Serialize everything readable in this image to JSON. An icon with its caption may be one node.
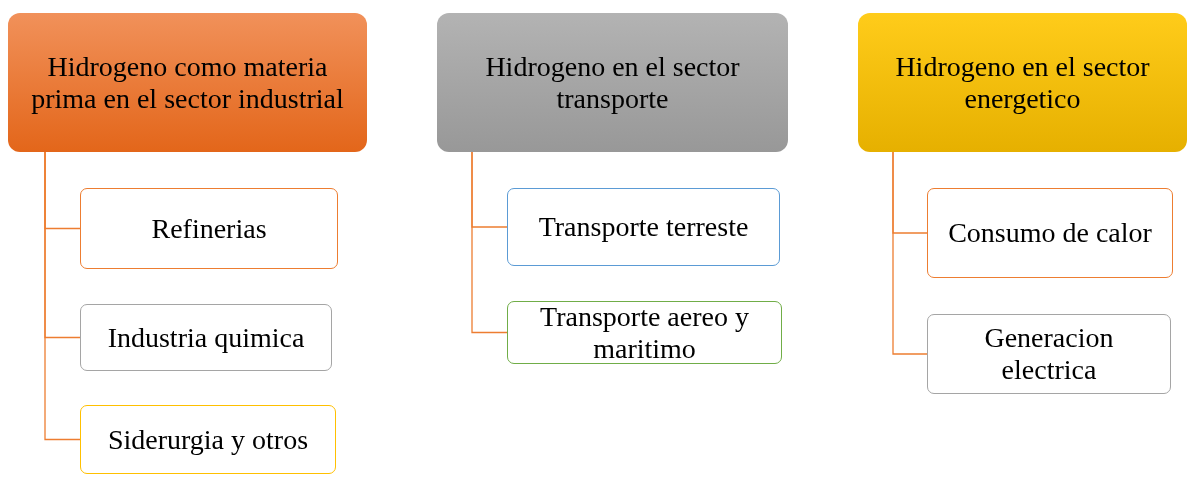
{
  "diagram": {
    "nodes": [
      {
        "text": [
          "Hidrogeno como materia prima en el sector industrial"
        ]
      },
      {
        "text": [
          "Refinerias"
        ]
      },
      {
        "text": [
          "Industria quimica"
        ]
      },
      {
        "text": [
          "Siderurgia y otros"
        ]
      },
      {
        "text": [
          "Hidrogeno en el sector transporte"
        ]
      },
      {
        "text": [
          "Transporte terreste"
        ]
      },
      {
        "text": [
          "Transporte aereo y maritimo"
        ]
      },
      {
        "text": [
          "Hidrogeno en el sector energetico"
        ]
      },
      {
        "text": [
          "Consumo de calor"
        ]
      },
      {
        "text": [
          "Generacion electrica"
        ]
      }
    ],
    "edges": [
      {
        "from": 0,
        "to": 1,
        "arrow": "none"
      },
      {
        "from": 0,
        "to": 2,
        "arrow": "none"
      },
      {
        "from": 0,
        "to": 3,
        "arrow": "none"
      },
      {
        "from": 4,
        "to": 5,
        "arrow": "none"
      },
      {
        "from": 4,
        "to": 6,
        "arrow": "none"
      },
      {
        "from": 7,
        "to": 8,
        "arrow": "none"
      },
      {
        "from": 7,
        "to": 9,
        "arrow": "none"
      }
    ]
  }
}
